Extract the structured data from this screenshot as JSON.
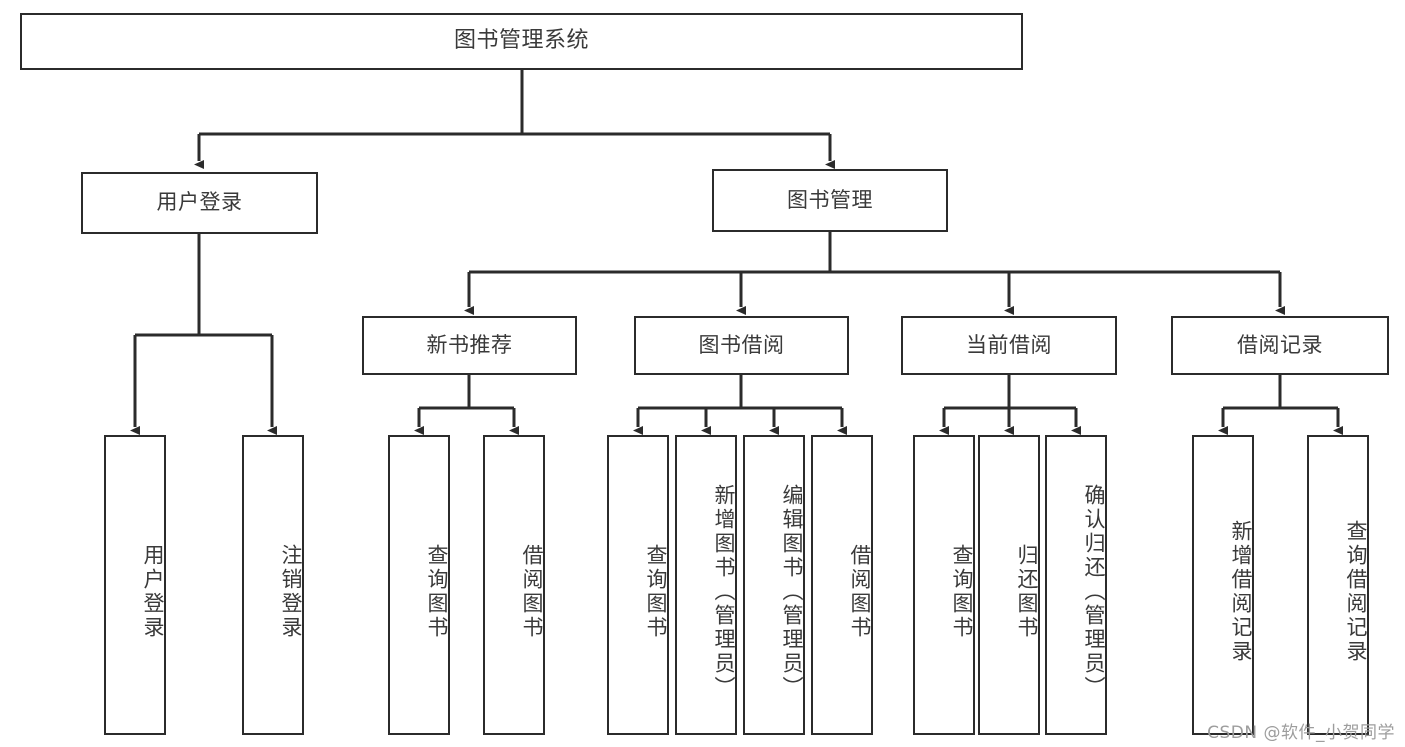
{
  "diagram": {
    "type": "tree-hierarchy",
    "title": "图书管理系统",
    "watermark": "CSDN @软件_小贺同学",
    "colors": {
      "box_border": "#2b2b2b",
      "box_fill": "#ffffff",
      "text": "#3a3a3a",
      "edge": "#2b2b2b",
      "watermark": "#9d9d9d"
    },
    "levels": {
      "level0": [
        {
          "id": "root",
          "label": "图书管理系统"
        }
      ],
      "level1": [
        {
          "id": "login",
          "label": "用户登录"
        },
        {
          "id": "bookmgmt",
          "label": "图书管理"
        }
      ],
      "level2": [
        {
          "id": "newbook",
          "label": "新书推荐"
        },
        {
          "id": "borrow",
          "label": "图书借阅"
        },
        {
          "id": "current",
          "label": "当前借阅"
        },
        {
          "id": "records",
          "label": "借阅记录"
        }
      ],
      "level3": {
        "login": [
          {
            "id": "leaf-user-login",
            "label": "用户登录"
          },
          {
            "id": "leaf-user-logout",
            "label": "注销登录"
          }
        ],
        "newbook": [
          {
            "id": "leaf-query-book-1",
            "label": "查询图书"
          },
          {
            "id": "leaf-borrow-book-1",
            "label": "借阅图书"
          }
        ],
        "borrow": [
          {
            "id": "leaf-query-book-2",
            "label": "查询图书"
          },
          {
            "id": "leaf-add-book",
            "label": "新增图书（管理员）"
          },
          {
            "id": "leaf-edit-book",
            "label": "编辑图书（管理员）"
          },
          {
            "id": "leaf-borrow-book-2",
            "label": "借阅图书"
          }
        ],
        "current": [
          {
            "id": "leaf-query-book-3",
            "label": "查询图书"
          },
          {
            "id": "leaf-return-book",
            "label": "归还图书"
          },
          {
            "id": "leaf-confirm-return",
            "label": "确认归还（管理员）"
          }
        ],
        "records": [
          {
            "id": "leaf-add-record",
            "label": "新增借阅记录"
          },
          {
            "id": "leaf-query-record",
            "label": "查询借阅记录"
          }
        ]
      }
    }
  }
}
